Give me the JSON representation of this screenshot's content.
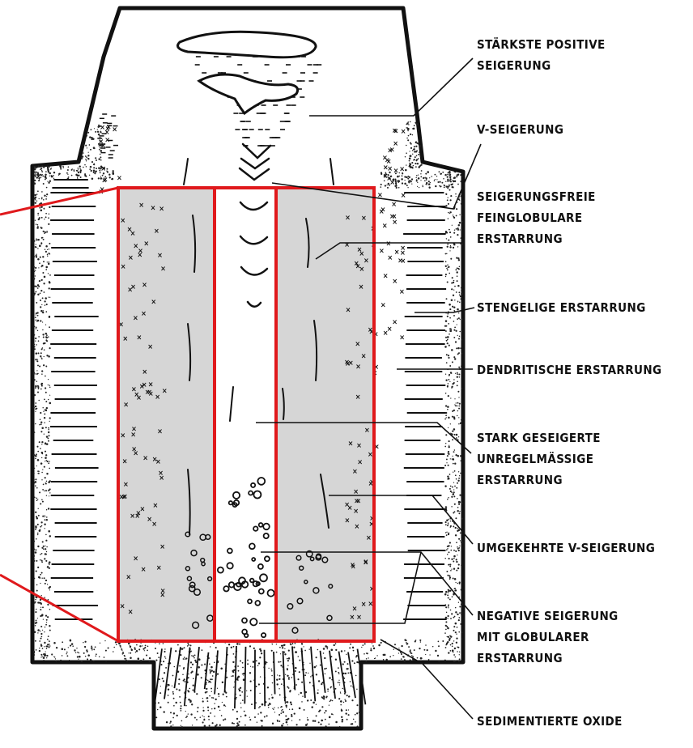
{
  "labels": {
    "l1a": "STÄRKSTE POSITIVE",
    "l1b": "SEIGERUNG",
    "l2": "V-SEIGERUNG",
    "l3a": "SEIGERUNGSFREIE",
    "l3b": "FEINGLOBULARE",
    "l3c": "ERSTARRUNG",
    "l4": "STENGELIGE ERSTARRUNG",
    "l5": "DENDRITISCHE ERSTARRUNG",
    "l6a": "STARK GESEIGERTE",
    "l6b": "UNREGELMÄSSIGE",
    "l6c": "ERSTARRUNG",
    "l7": "UMGEKEHRTE V-SEIGERUNG",
    "l8a": "NEGATIVE SEIGERUNG",
    "l8b": "MIT GLOBULARER",
    "l8c": "ERSTARRUNG",
    "l9": "SEDIMENTIERTE OXIDE"
  },
  "colors": {
    "ink": "#111111",
    "highlight_box": "#e0191c",
    "highlight_fill": "#d6d6d6",
    "background": "#ffffff"
  }
}
